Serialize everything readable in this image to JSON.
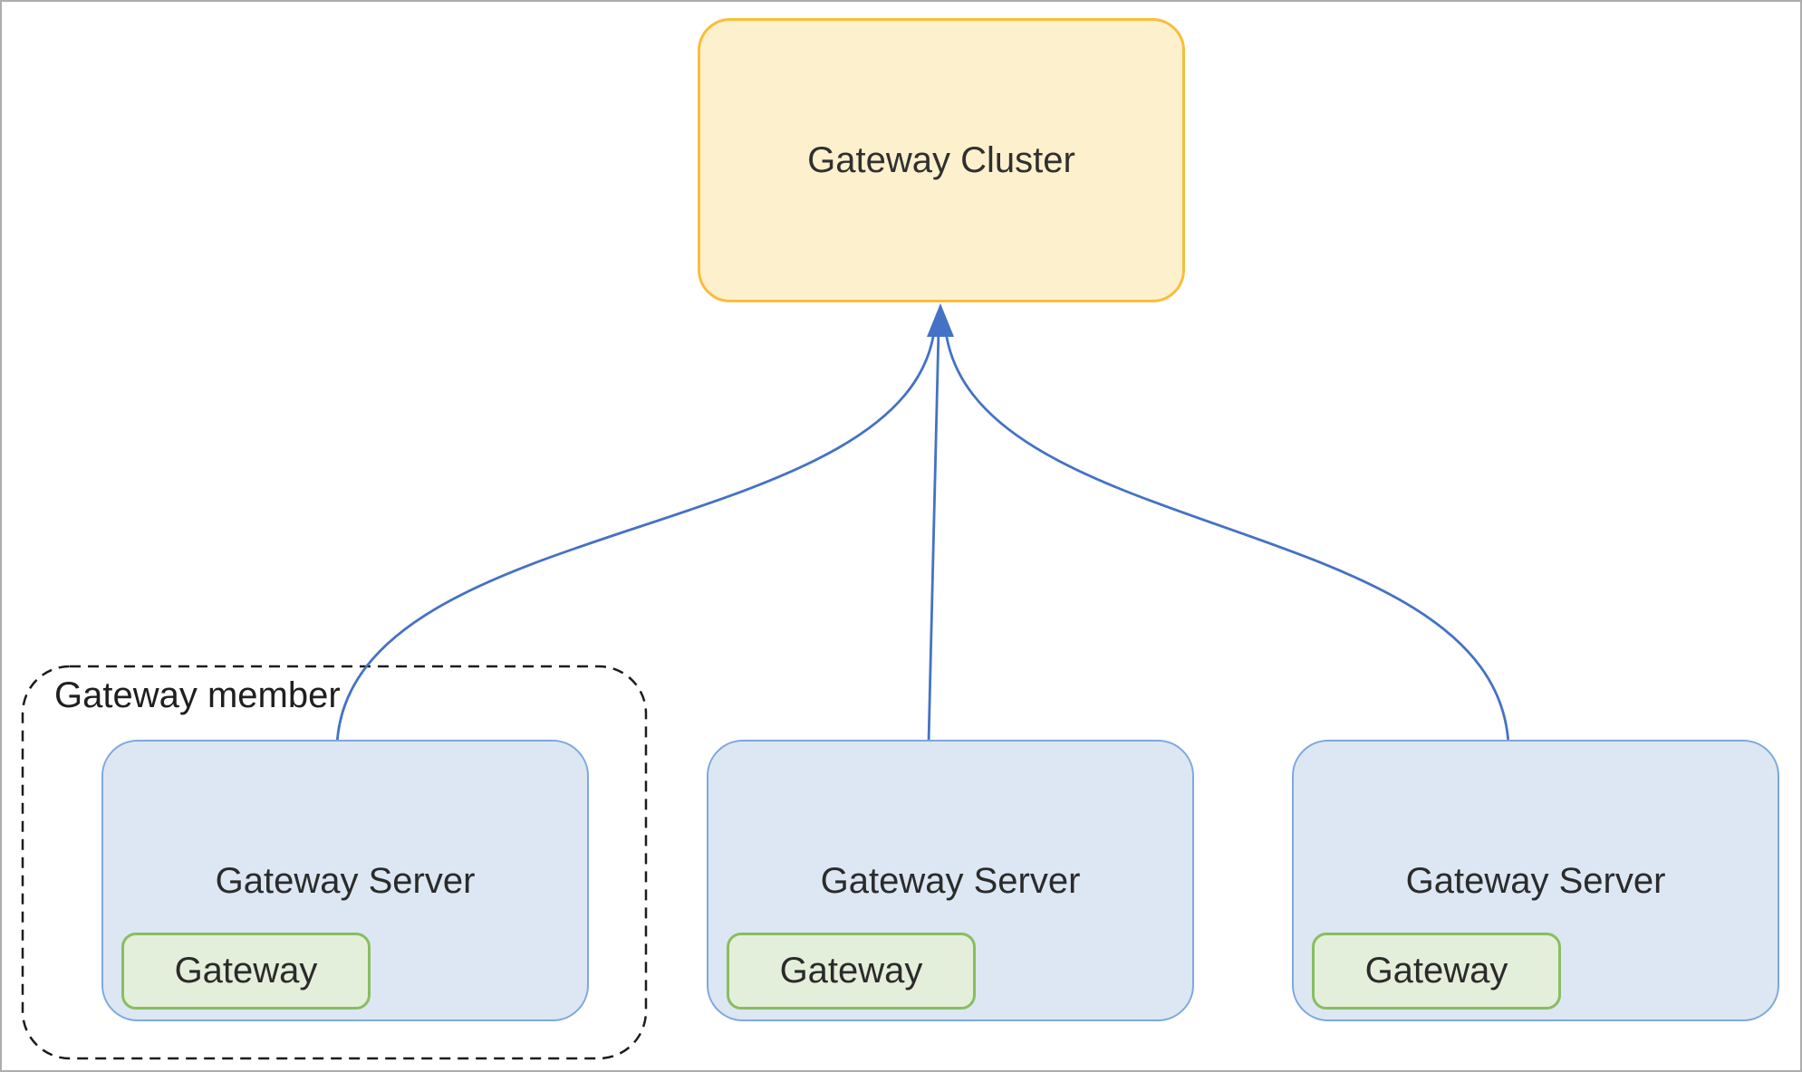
{
  "cluster_box": {
    "label": "Gateway Cluster",
    "fill_color": "#FDF0CD",
    "border_color": "#F8BE39"
  },
  "member_group": {
    "label": "Gateway member",
    "border_style": "dashed",
    "border_color": "#1c1c1c"
  },
  "servers": [
    {
      "label": "Gateway Server",
      "gateway_label": "Gateway"
    },
    {
      "label": "Gateway Server",
      "gateway_label": "Gateway"
    },
    {
      "label": "Gateway Server",
      "gateway_label": "Gateway"
    }
  ],
  "server_style": {
    "fill_color": "#DCE7F3",
    "border_color": "#7FA8DC"
  },
  "gateway_style": {
    "fill_color": "#E4EFDB",
    "border_color": "#8ABD60"
  },
  "connectors": {
    "color": "#4472C4",
    "count": 3,
    "direction": "servers-to-cluster",
    "arrowhead": "up-into-cluster-bottom"
  }
}
